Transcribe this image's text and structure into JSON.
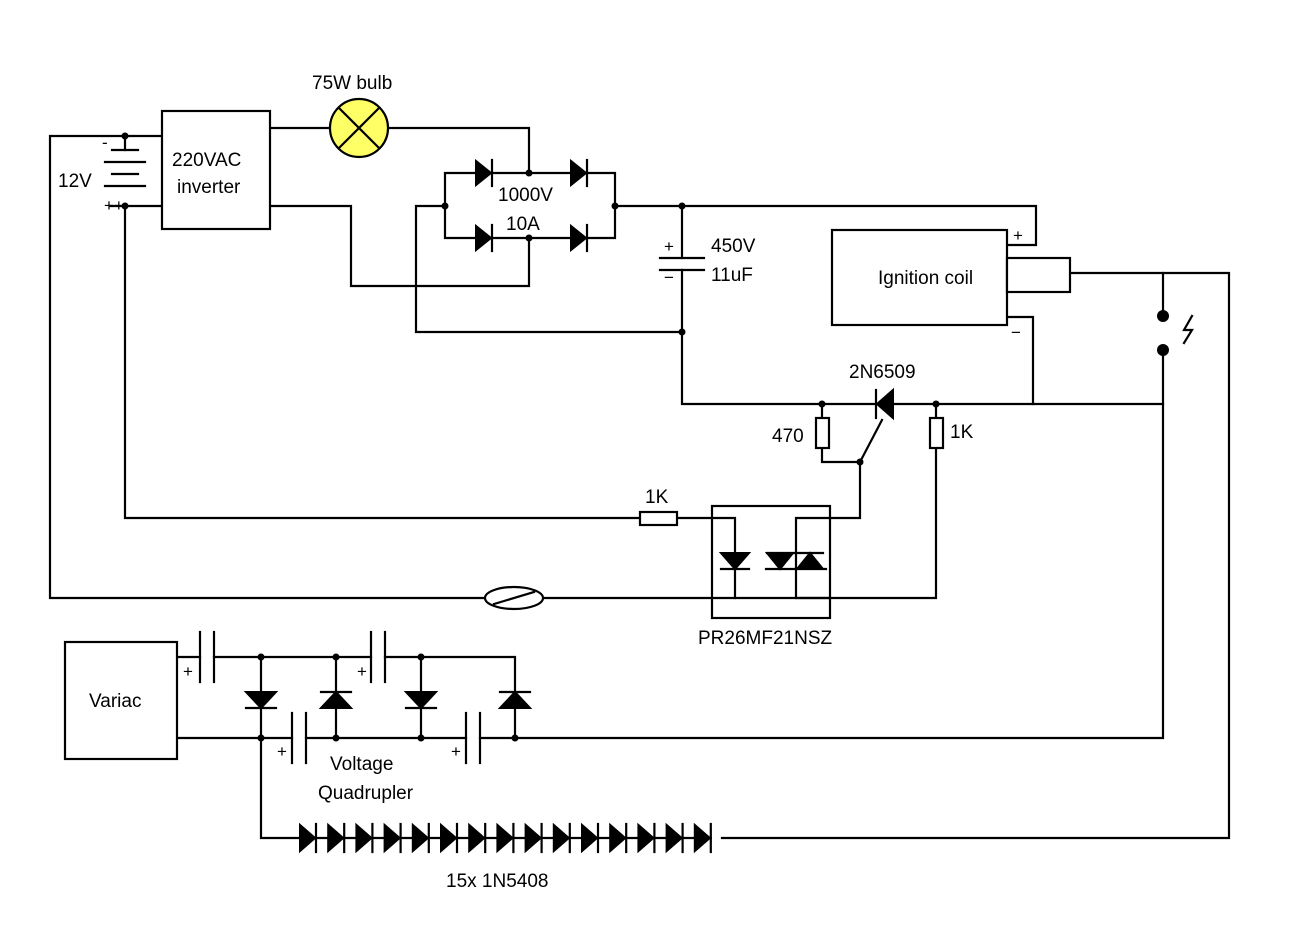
{
  "components": {
    "bulb": "75W bulb",
    "inverter_line1": "220VAC",
    "inverter_line2": "inverter",
    "battery": "12V",
    "bridge_voltage": "1000V",
    "bridge_current": "10A",
    "cap_voltage": "450V",
    "cap_value": "11uF",
    "ignition_coil": "Ignition coil",
    "scr": "2N6509",
    "r_gate": "470",
    "r_anode": "1K",
    "r_led": "1K",
    "optocoupler": "PR26MF21NSZ",
    "variac": "Variac",
    "quad_line1": "Voltage",
    "quad_line2": "Quadrupler",
    "diode_chain": "15x 1N5408"
  },
  "polarity": {
    "plus": "+",
    "minus": "−",
    "bat_minus": "-",
    "bat_plus": "++"
  },
  "colors": {
    "bulb_fill": "#ffff66",
    "wire": "#000000",
    "background": "#ffffff"
  }
}
